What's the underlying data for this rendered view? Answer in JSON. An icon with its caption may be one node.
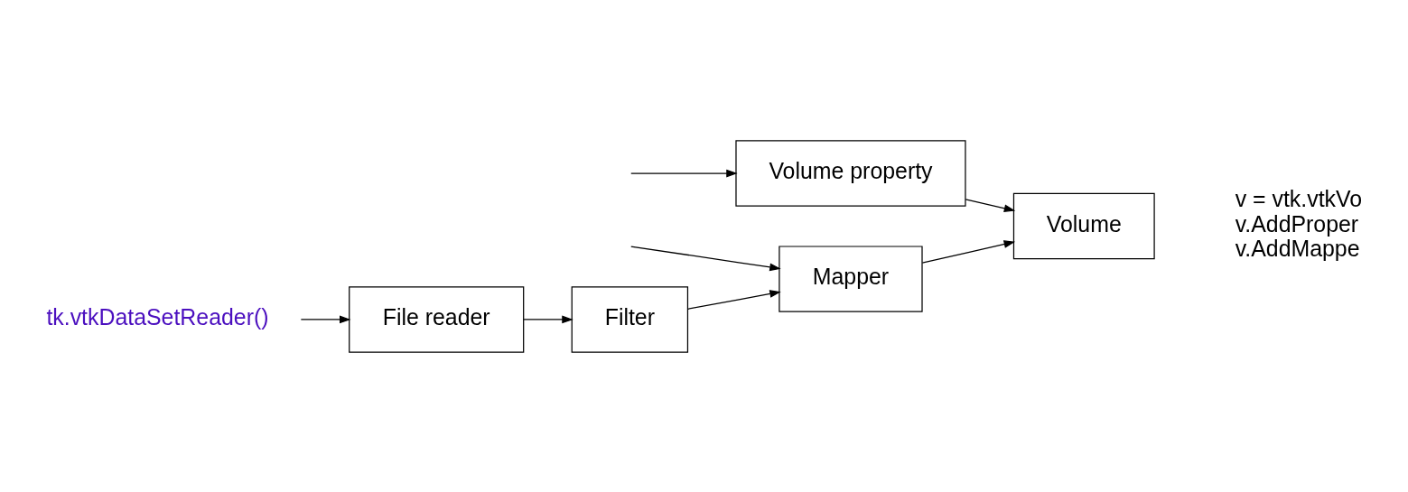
{
  "diagram": {
    "nodes": [
      {
        "text": [
          "File reader"
        ]
      },
      {
        "text": [
          "Filter"
        ]
      },
      {
        "text": [
          "Mapper"
        ]
      },
      {
        "text": [
          "Volume"
        ]
      },
      {
        "text": [
          "Volume property"
        ]
      },
      {
        "text": [
          "tk.vtkDataSetReader()"
        ]
      }
    ],
    "edges": [
      {
        "from": 0,
        "to": 1,
        "arrow": "to"
      },
      {
        "from": 1,
        "to": 2,
        "arrow": "to"
      },
      {
        "from": null,
        "to": 2,
        "arrow": "to"
      },
      {
        "from": 2,
        "to": 3,
        "arrow": "to"
      },
      {
        "from": 4,
        "to": 3,
        "arrow": "to"
      },
      {
        "from": 5,
        "to": 0,
        "arrow": "to"
      },
      {
        "from": null,
        "to": 4,
        "arrow": "to"
      }
    ],
    "labels": [
      "v = vtk.vtkVo",
      "v.AddProper",
      "v.AddMappe"
    ]
  }
}
